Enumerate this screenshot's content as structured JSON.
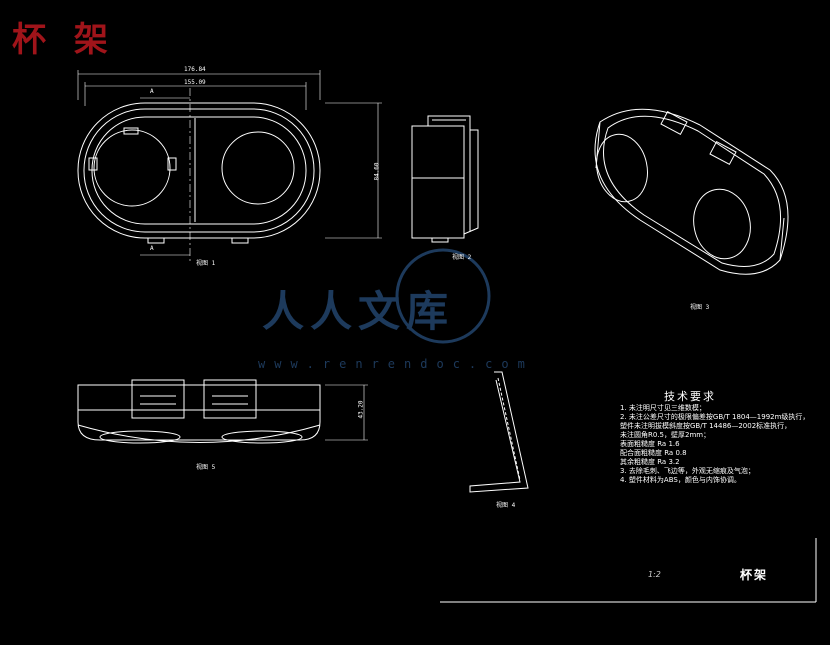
{
  "title": "杯 架",
  "dimensions": {
    "overall_width": "176.84",
    "inner_width": "155.09",
    "height": "84.60",
    "side_height": "43.20"
  },
  "section_markers": {
    "a_top": "A",
    "a_bottom": "A"
  },
  "view_labels": {
    "front": "视图 1",
    "right": "视图 2",
    "iso": "视图 3",
    "bottom": "视图 5",
    "section": "视图 4"
  },
  "tech_requirements": {
    "title": "技术要求",
    "notes": [
      "1. 未注明尺寸见三维数模；",
      "2. 未注公差尺寸的极限偏差按GB/T 1804—1992m级执行，",
      "   塑件未注明拔模斜度按GB/T 14486—2002标准执行，",
      "   未注圆角R0.5，壁厚2mm；",
      "   表面粗糙度    Ra 1.6",
      "   配合面粗糙度  Ra 0.8",
      "   其余粗糙度    Ra 3.2",
      "3. 去除毛刺、飞边等，外观无缩痕及气泡；",
      "4. 塑件材料为ABS，颜色与内饰协调。"
    ]
  },
  "title_block": {
    "scale": "1:2",
    "part_name": "杯架"
  },
  "watermark": {
    "text": "人人文库",
    "url": "www.renrendoc.com"
  },
  "colors": {
    "background": "#000000",
    "line": "#ffffff",
    "title": "#a0141a",
    "watermark": "#1d3a5c"
  }
}
